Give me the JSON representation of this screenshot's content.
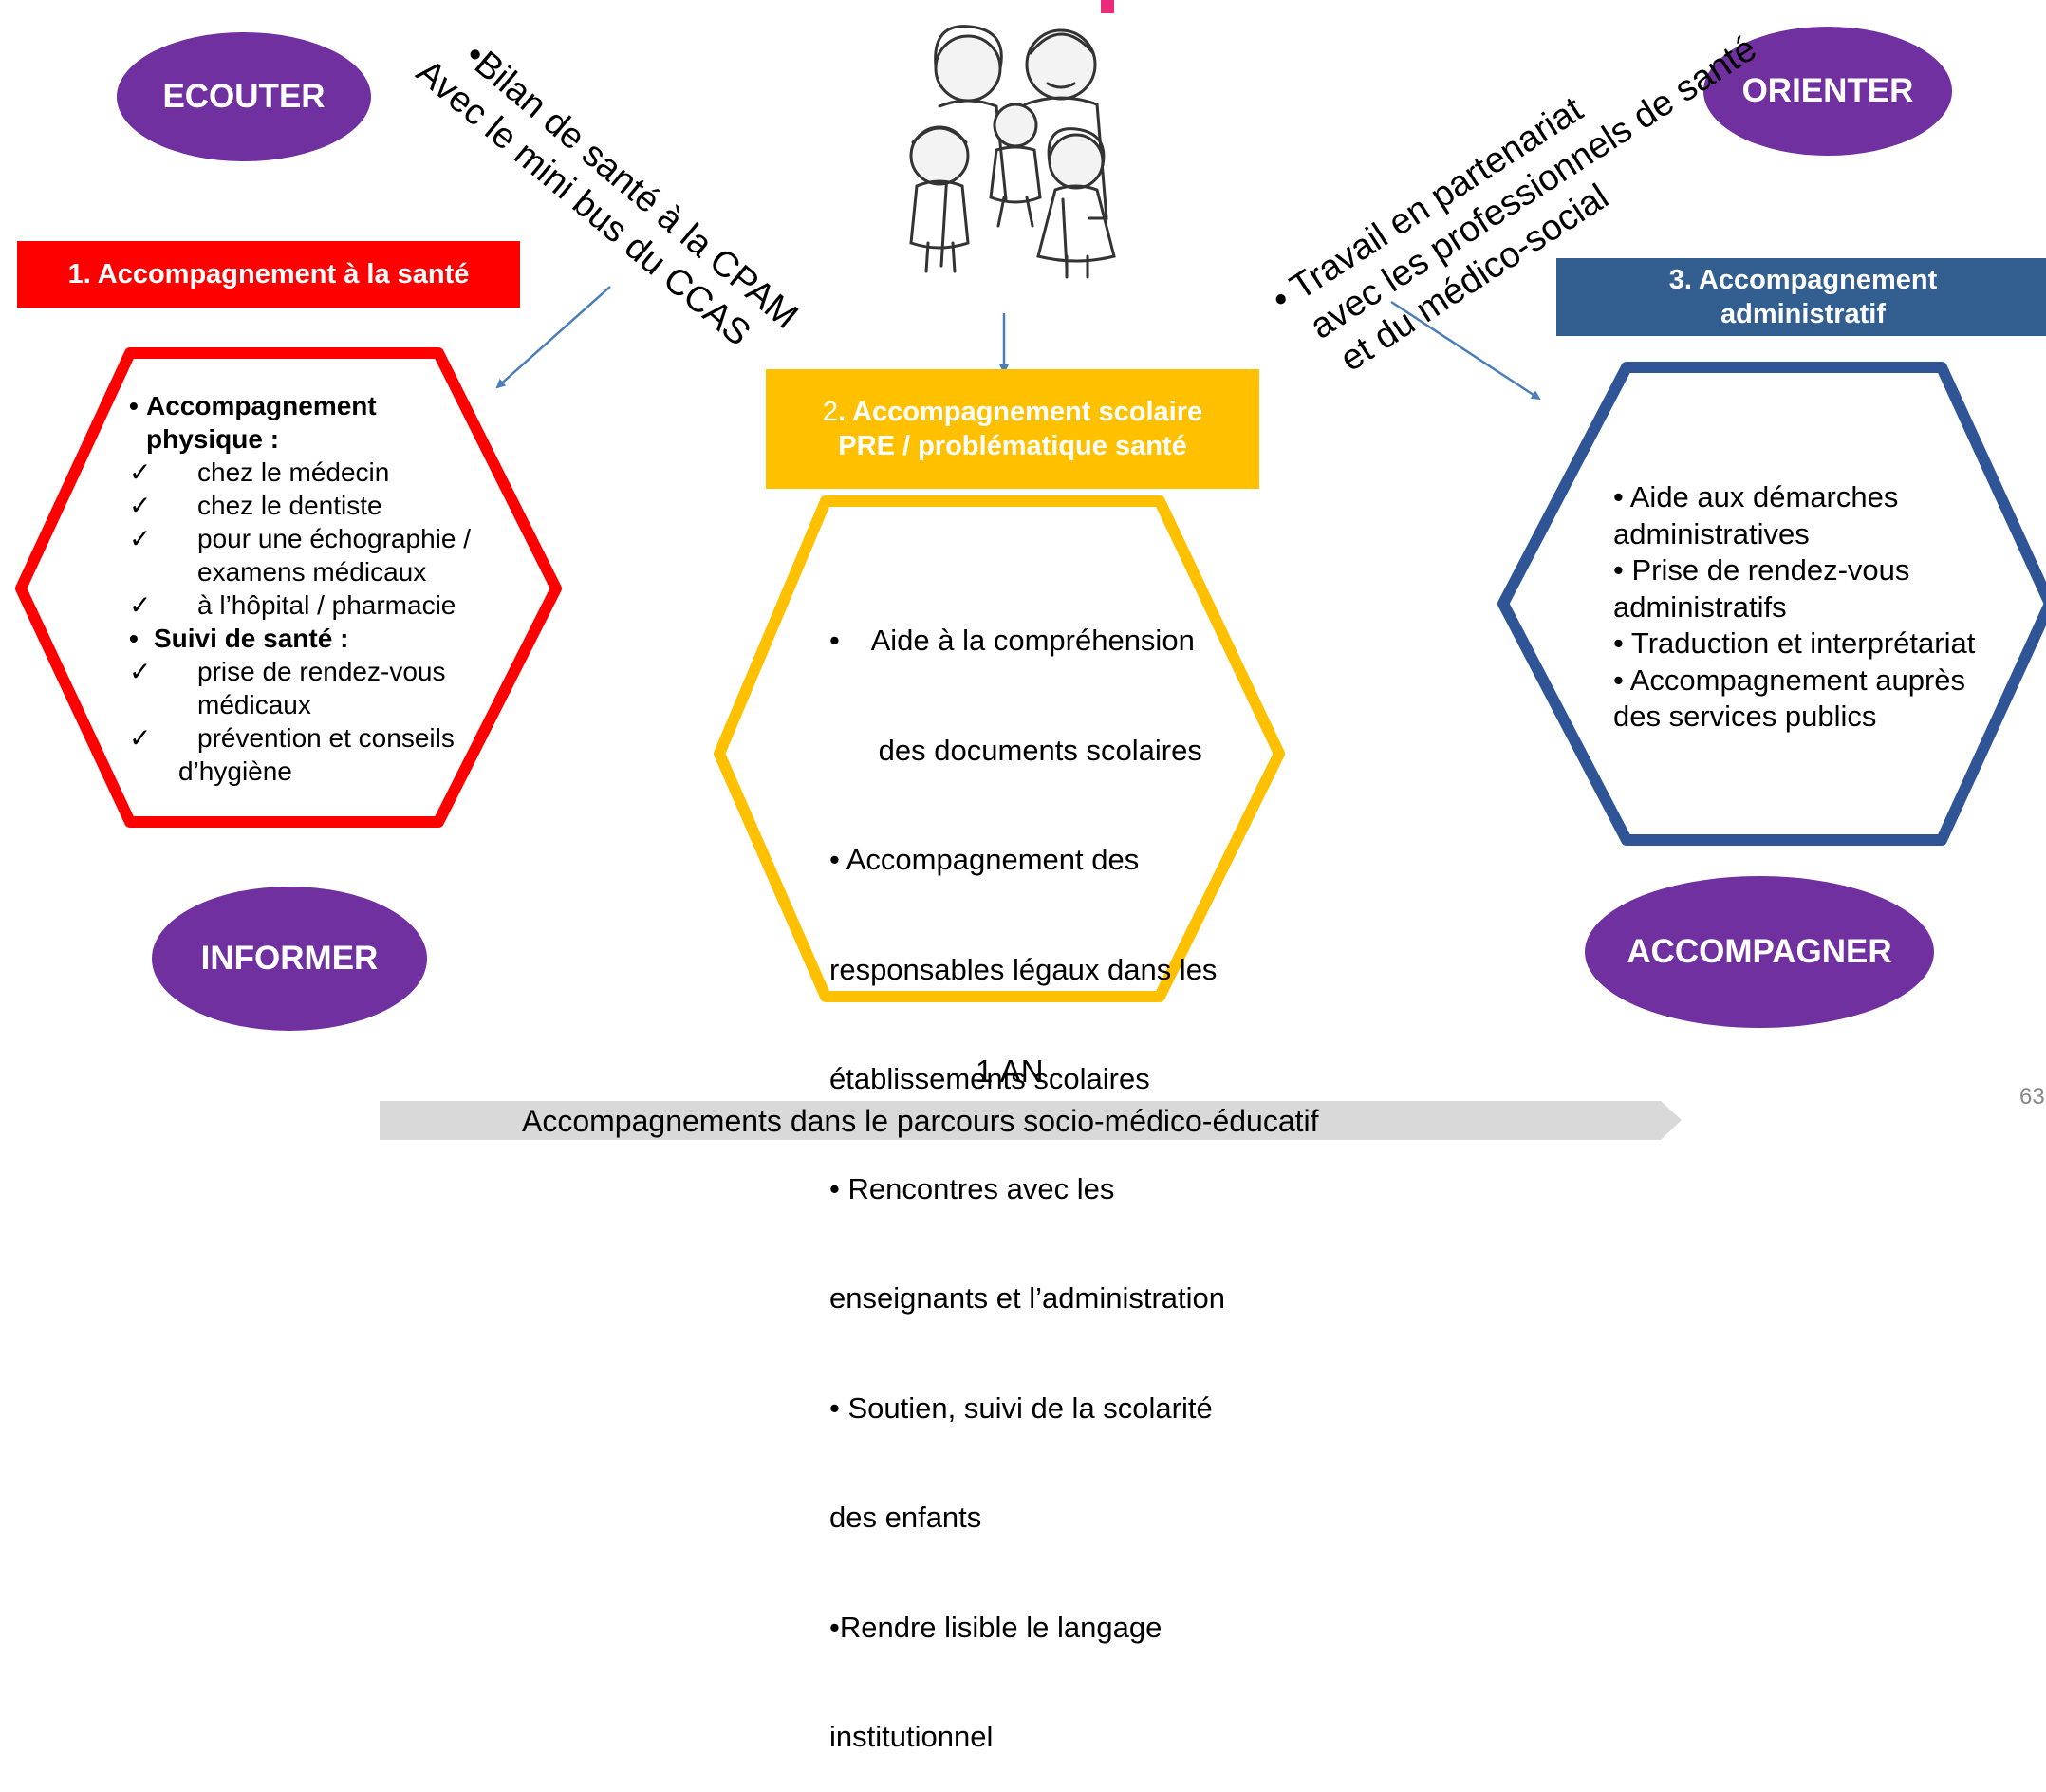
{
  "colors": {
    "purple": "#7030a0",
    "red": "#ff0000",
    "gold": "#ffc000",
    "navy": "#2f5597",
    "header_blue": "#335e90",
    "pink": "#ec2a7a",
    "arrow_blue": "#4a7ebb",
    "banner_gray": "#d9d9d9"
  },
  "ovals": {
    "ecouter": "ECOUTER",
    "orienter": "ORIENTER",
    "informer": "INFORMER",
    "accompagner": "ACCOMPAGNER"
  },
  "notes": {
    "left_line1": "•Bilan de santé à la CPAM",
    "left_line2": "Avec le mini bus du CCAS",
    "right_line1": "• Travail en partenariat",
    "right_line2": "avec les professionnels de santé",
    "right_line3": "et du médico-social"
  },
  "headers": {
    "health": "1. Accompagnement à la santé",
    "school_prefix": "2",
    "school_line1": ". Accompagnement scolaire",
    "school_line2": "PRE / problématique santé",
    "admin_line1": "3. Accompagnement",
    "admin_line2": "administratif"
  },
  "health_list": {
    "bullet": "•",
    "check": "✓",
    "physical_line1": "Accompagnement",
    "physical_line2": "physique :",
    "items_physical": [
      "chez le médecin",
      "chez le dentiste",
      "pour une échographie /",
      "examens médicaux",
      "à l’hôpital / pharmacie"
    ],
    "follow": "Suivi de santé :",
    "items_follow": [
      "prise de rendez-vous",
      "médicaux",
      "prévention et conseils",
      "d’hygiène"
    ]
  },
  "school_list": [
    "•    Aide à la compréhension",
    "      des documents scolaires",
    "• Accompagnement des",
    "responsables légaux dans les",
    "établissements scolaires",
    "• Rencontres avec les",
    "enseignants et l’administration",
    "• Soutien, suivi de la scolarité",
    "des enfants",
    "•Rendre lisible le langage",
    "institutionnel"
  ],
  "admin_list": [
    "• Aide aux démarches",
    "administratives",
    "• Prise de rendez-vous",
    "administratifs",
    "• Traduction et interprétariat",
    "• Accompagnement auprès",
    "des services publics"
  ],
  "footer": {
    "duration": "1 AN",
    "banner": "Accompagnements dans le parcours socio-médico-éducatif",
    "page_number": "63"
  },
  "illustration": "family-illustration"
}
